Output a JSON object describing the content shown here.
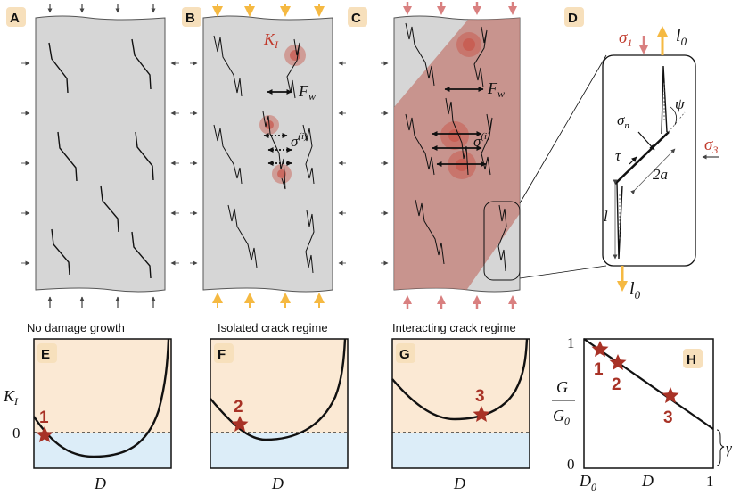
{
  "panels": {
    "A": "A",
    "B": "B",
    "C": "C",
    "D": "D",
    "E": "E",
    "F": "F",
    "G": "G",
    "H": "H"
  },
  "regimes": {
    "E": "No damage growth",
    "F": "Isolated crack regime",
    "G": "Interacting crack regime"
  },
  "labels": {
    "KI_red": "K",
    "KI_sub": "I",
    "Fw": "F",
    "Fw_sub": "w",
    "sigma_i": "σ",
    "sigma_i_sup": "(i)",
    "sigma1": "σ",
    "sigma1_sub": "1",
    "sigma3": "σ",
    "sigma3_sub": "3",
    "l0_top": "l",
    "l0_top_sub": "0",
    "l0_bot": "l",
    "l0_bot_sub": "0",
    "psi": "ψ",
    "sigma_n": "σ",
    "sigma_n_sub": "n",
    "tau": "τ",
    "two_a": "2a",
    "l": "l",
    "KI_axis": "K",
    "KI_axis_sub": "I",
    "zero": "0",
    "D_E": "D",
    "D_F": "D",
    "D_G": "D",
    "H_one": "1",
    "H_zero": "0",
    "H_G": "G",
    "H_G0": "G",
    "H_G0_sub": "0",
    "H_D0": "D",
    "H_D0_sub": "0",
    "H_D": "D",
    "H_x1": "1",
    "gamma": "γ"
  },
  "stars": {
    "E": "1",
    "F": "2",
    "G": "3",
    "H1": "1",
    "H2": "2",
    "H3": "3"
  },
  "colors": {
    "panel_gray": "#d6d6d6",
    "damage_red": "#c4827a",
    "spot_red": "#c8564a",
    "star_red": "#a83226",
    "tension_yellow": "#f5b942",
    "compress_pink": "#d98080",
    "upper_region": "#fbe9d4",
    "lower_region": "#dcedf8"
  }
}
